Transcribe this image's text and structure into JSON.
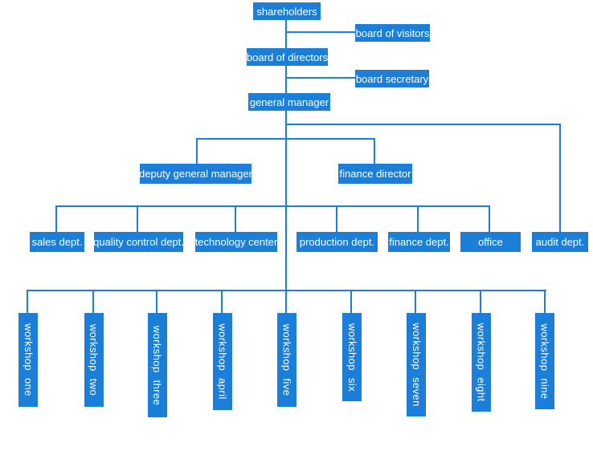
{
  "diagram": {
    "type": "organization-chart",
    "colors": {
      "node_fill": "#1b7ed8",
      "connector": "#1b7ed8",
      "node_text": "#ffffff",
      "background": "#ffffff"
    },
    "nodes": {
      "shareholders": "shareholders",
      "board_of_visitors": "board of visitors",
      "board_of_directors": "board of directors",
      "board_secretary": "board secretary",
      "general_manager": "general manager",
      "deputy_general_manager": "deputy general manager",
      "finance_director": "finance director",
      "departments": [
        "sales dept.",
        "quality control dept.",
        "technology center",
        "production dept.",
        "finance dept.",
        "office",
        "audit dept."
      ],
      "workshops": [
        "workshop one",
        "workshop two",
        "workshop three",
        "workshop april",
        "workshop five",
        "workshop six",
        "workshop seven",
        "workshop eight",
        "workshop nine"
      ]
    },
    "edges": [
      [
        "shareholders",
        "board of visitors"
      ],
      [
        "shareholders",
        "board of directors"
      ],
      [
        "board of directors",
        "board secretary"
      ],
      [
        "board of directors",
        "general manager"
      ],
      [
        "general manager",
        "deputy general manager"
      ],
      [
        "general manager",
        "finance director"
      ],
      [
        "general manager",
        "sales dept."
      ],
      [
        "general manager",
        "quality control dept."
      ],
      [
        "general manager",
        "technology center"
      ],
      [
        "general manager",
        "production dept."
      ],
      [
        "general manager",
        "finance dept."
      ],
      [
        "general manager",
        "office"
      ],
      [
        "general manager",
        "audit dept."
      ],
      [
        "general manager",
        "workshop one"
      ],
      [
        "general manager",
        "workshop two"
      ],
      [
        "general manager",
        "workshop three"
      ],
      [
        "general manager",
        "workshop april"
      ],
      [
        "general manager",
        "workshop five"
      ],
      [
        "general manager",
        "workshop six"
      ],
      [
        "general manager",
        "workshop seven"
      ],
      [
        "general manager",
        "workshop eight"
      ],
      [
        "general manager",
        "workshop nine"
      ]
    ]
  }
}
